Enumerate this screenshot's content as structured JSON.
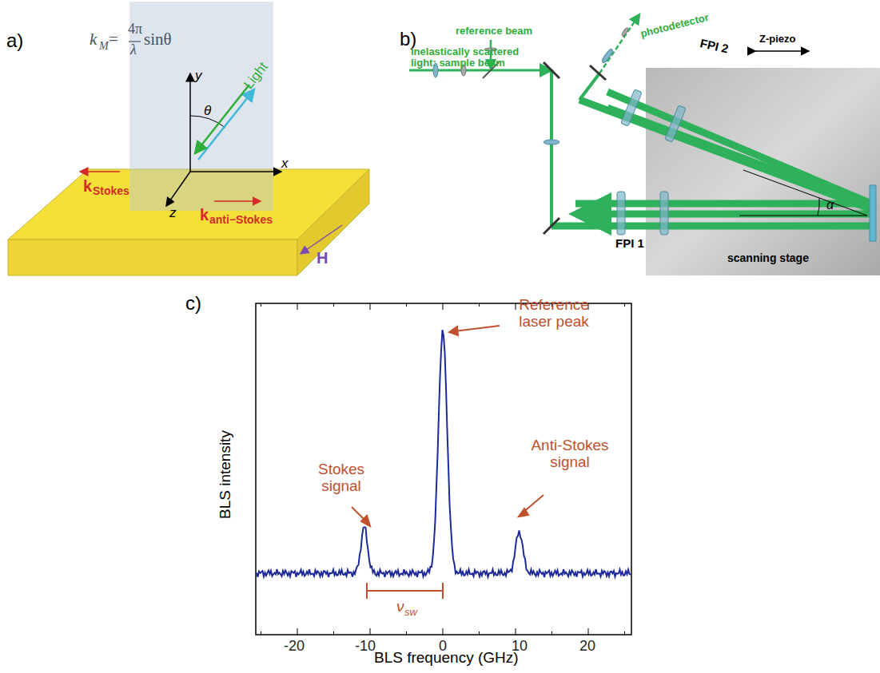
{
  "diagram": {
    "labels": [
      "a)",
      "k",
      "M",
      "=",
      "4π",
      "λ",
      "sinθ",
      "y",
      "x",
      "z",
      "θ",
      "Light",
      "k",
      "Stokes",
      "k",
      "anti−Stokes",
      "H",
      "b)",
      "reference beam",
      "photodetector",
      "inelastically scattered light: sample beam",
      "FPI 2",
      "Z-piezo",
      "α",
      "FPI 1",
      "scanning stage",
      "c)",
      "BLS intensity",
      "BLS frequency (GHz)",
      "-20",
      "-10",
      "0",
      "10",
      "20",
      "Reference laser peak",
      "Stokes signal",
      "Anti-Stokes signal",
      "ν",
      "sw"
    ]
  }
}
